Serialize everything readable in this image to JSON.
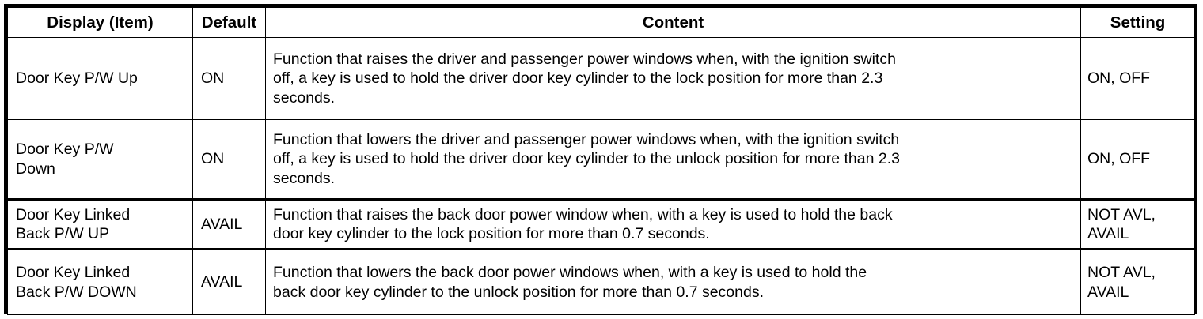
{
  "table": {
    "headers": {
      "item": "Display (Item)",
      "default": "Default",
      "content": "Content",
      "setting": "Setting"
    },
    "rows": [
      {
        "item_lines": [
          "Door Key P/W Up"
        ],
        "default": "ON",
        "content_lines": [
          "Function that raises the driver and passenger power windows when, with the ignition switch",
          "off, a key is used to hold the driver door key cylinder to the lock position for more than 2.3",
          "seconds."
        ],
        "setting_lines": [
          "ON, OFF"
        ]
      },
      {
        "item_lines": [
          "Door Key P/W",
          "Down"
        ],
        "default": "ON",
        "content_lines": [
          "Function that lowers the driver and passenger power windows when, with the ignition switch",
          "off, a key is used to hold the driver door key cylinder to the unlock position for more than 2.3",
          "seconds."
        ],
        "setting_lines": [
          "ON, OFF"
        ]
      },
      {
        "item_lines": [
          "Door Key Linked",
          "Back P/W UP"
        ],
        "default": "AVAIL",
        "content_lines": [
          "Function that raises the back door power window when, with a key is used to hold the back",
          "door key cylinder to the lock position for more than 0.7 seconds."
        ],
        "setting_lines": [
          "NOT AVL,",
          "AVAIL"
        ]
      },
      {
        "item_lines": [
          "Door Key Linked",
          "Back P/W DOWN"
        ],
        "default": "AVAIL",
        "content_lines": [
          "Function that lowers the back door power windows when, with a key is used to hold the",
          "back door key cylinder to the unlock position for more than 0.7 seconds."
        ],
        "setting_lines": [
          "NOT AVL,",
          "AVAIL"
        ]
      }
    ]
  },
  "colors": {
    "border": "#000000",
    "text": "#000000",
    "background": "#ffffff"
  }
}
